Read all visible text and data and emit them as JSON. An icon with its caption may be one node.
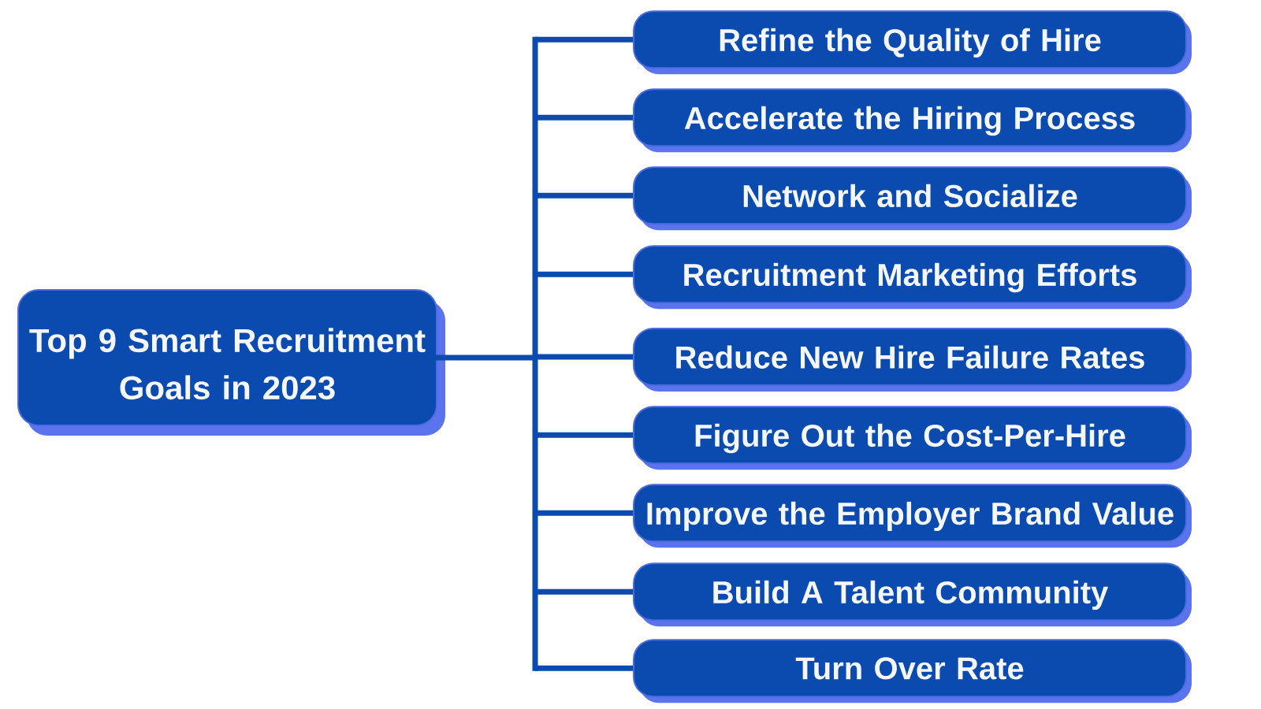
{
  "diagram": {
    "nodes": [
      {
        "text": [
          "Top 9 Smart Recruitment Goals in 2023"
        ]
      },
      {
        "text": [
          "Refine the Quality of Hire"
        ]
      },
      {
        "text": [
          "Accelerate the Hiring Process"
        ]
      },
      {
        "text": [
          "Network and Socialize"
        ]
      },
      {
        "text": [
          "Recruitment Marketing Efforts"
        ]
      },
      {
        "text": [
          "Reduce New Hire Failure Rates"
        ]
      },
      {
        "text": [
          "Figure Out the Cost-Per-Hire"
        ]
      },
      {
        "text": [
          "Improve the Employer Brand Value"
        ]
      },
      {
        "text": [
          "Build A Talent Community"
        ]
      },
      {
        "text": [
          "Turn Over Rate"
        ]
      }
    ],
    "edges": [
      {
        "from": 0,
        "to": 1,
        "arrow": "none"
      },
      {
        "from": 0,
        "to": 2,
        "arrow": "none"
      },
      {
        "from": 0,
        "to": 3,
        "arrow": "none"
      },
      {
        "from": 0,
        "to": 4,
        "arrow": "none"
      },
      {
        "from": 0,
        "to": 5,
        "arrow": "none"
      },
      {
        "from": 0,
        "to": 6,
        "arrow": "none"
      },
      {
        "from": 0,
        "to": 7,
        "arrow": "none"
      },
      {
        "from": 0,
        "to": 8,
        "arrow": "none"
      },
      {
        "from": 0,
        "to": 9,
        "arrow": "none"
      }
    ]
  }
}
